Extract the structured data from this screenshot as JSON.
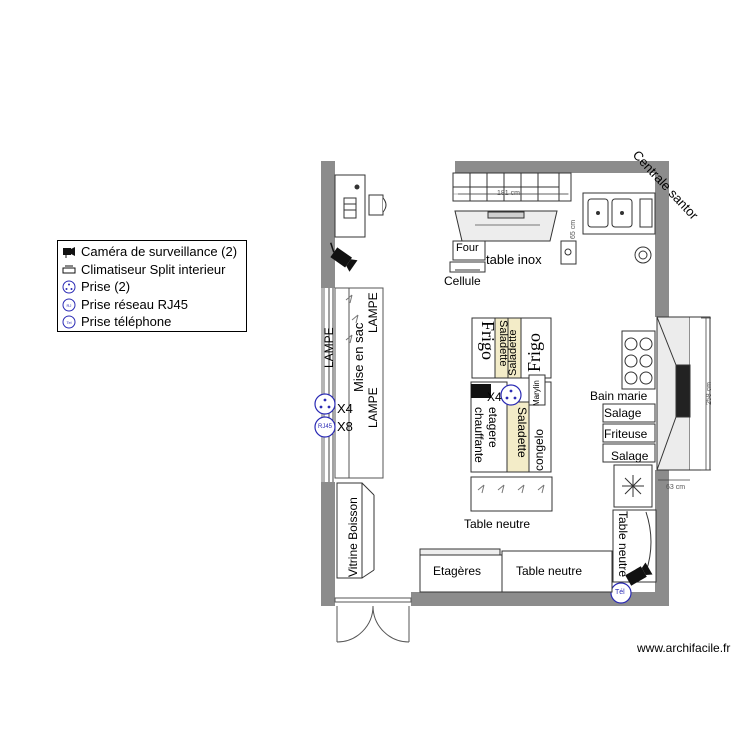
{
  "legend": {
    "items": [
      {
        "icon": "camera-icon",
        "label": "Caméra de surveillance (2)"
      },
      {
        "icon": "air-conditioner-icon",
        "label": "Climatiseur Split interieur"
      },
      {
        "icon": "outlet-icon",
        "label": "Prise (2)"
      },
      {
        "icon": "rj45-outlet-icon",
        "label": "Prise réseau RJ45"
      },
      {
        "icon": "phone-outlet-icon",
        "label": "Prise téléphone"
      }
    ]
  },
  "labels": {
    "centrale": "Centrale santor",
    "four": "Four",
    "table_inox": "table inox",
    "cellule": "Cellule",
    "lampe_1": "LAMPE",
    "lampe_2": "LAMPE",
    "lampe_3": "LAMPE",
    "mise_en_sac": "Mise en sac",
    "x4_left": "X4",
    "x8_left": "X8",
    "rj45_tag": "RJ45",
    "frigo_1": "Frigo",
    "frigo_2": "Frigo",
    "saladette_1": "Saladette",
    "saladette_2": "Saladette",
    "saladette_3": "Saladette",
    "x4_center": "X4",
    "marylin": "Marylin",
    "etagere_chauffante": "etagere chauffante",
    "congelo": "congelo",
    "table_neutre_1": "Table neutre",
    "bain_marie": "Bain marie",
    "salage_1": "Salage",
    "friteuse": "Friteuse",
    "salage_2": "Salage",
    "table_neutre_right": "Table neutre",
    "vitrine_boisson": "Vitrine Boisson",
    "etageres": "Etagères",
    "table_neutre_bottom": "Table neutre",
    "tel_tag": "Tél",
    "dim_181": "181 cm",
    "dim_65": "65 cm",
    "dim_258": "258 cm",
    "dim_63": "63 cm",
    "watermark": "www.archifacile.fr"
  },
  "colors": {
    "wall": "#8c8c8c",
    "outlet": "#2b2bb5",
    "saladette_fill": "#f3ecc8"
  }
}
